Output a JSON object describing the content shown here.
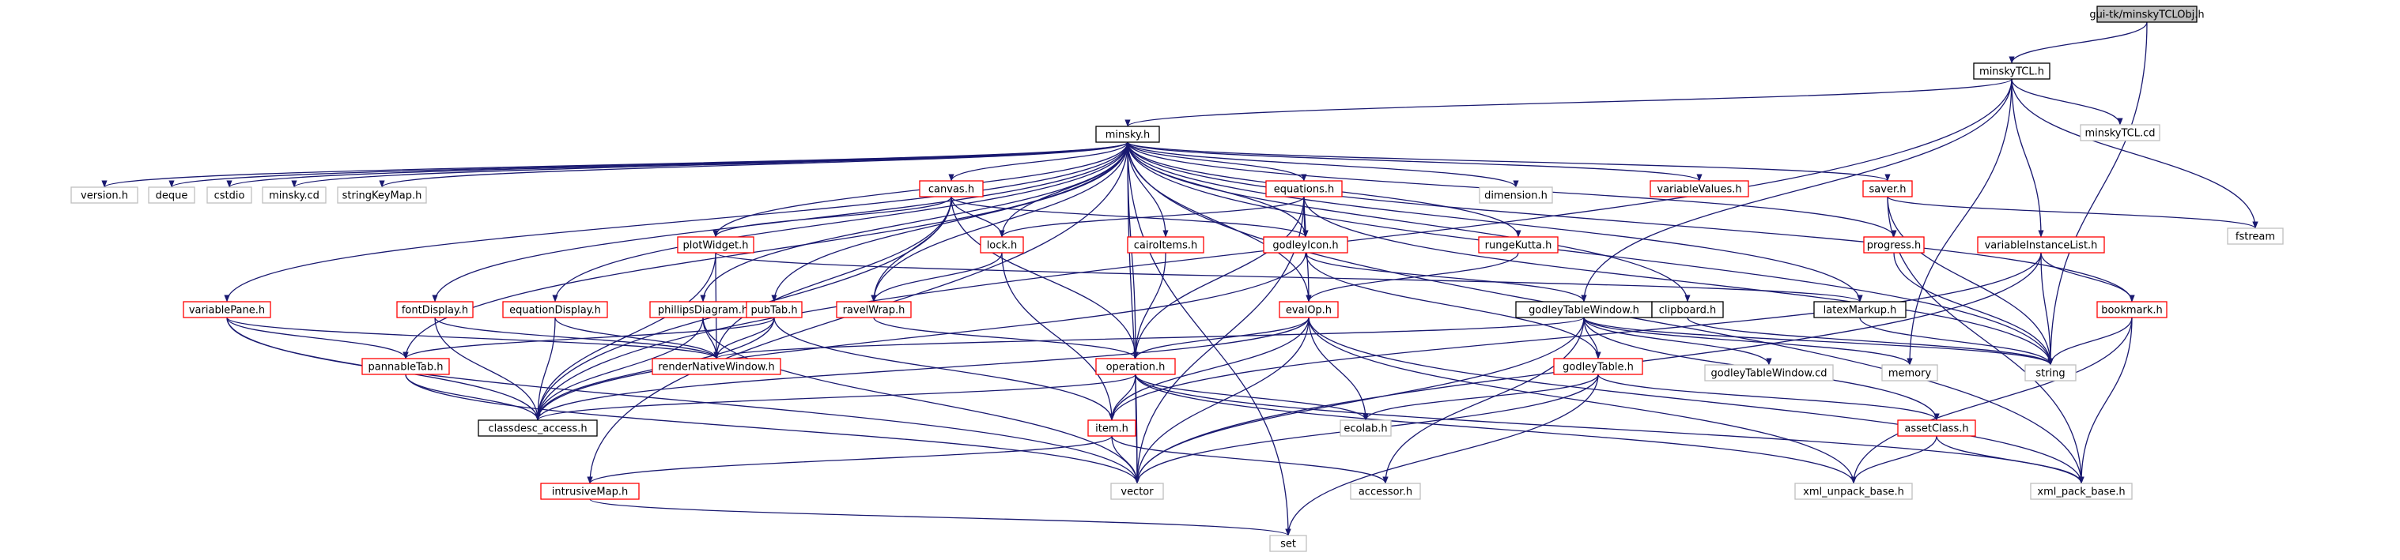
{
  "diagram": {
    "colors": {
      "root_fill": "#bfbfbf",
      "normal_border": "#000000",
      "red_border": "#ff0000",
      "leaf_border": "#bfbfbf",
      "edge": "#191970",
      "text": "#000000"
    },
    "nodes": [
      {
        "id": "root",
        "label": "gui-tk/minskyTCLObj.h",
        "kind": "root"
      },
      {
        "id": "minskyTCL",
        "label": "minskyTCL.h",
        "kind": "normal"
      },
      {
        "id": "minsky",
        "label": "minsky.h",
        "kind": "normal"
      },
      {
        "id": "version",
        "label": "version.h",
        "kind": "leaf"
      },
      {
        "id": "deque",
        "label": "deque",
        "kind": "leaf"
      },
      {
        "id": "cstdio",
        "label": "cstdio",
        "kind": "leaf"
      },
      {
        "id": "minskycd",
        "label": "minsky.cd",
        "kind": "leaf"
      },
      {
        "id": "stringKeyMap",
        "label": "stringKeyMap.h",
        "kind": "leaf"
      },
      {
        "id": "canvas",
        "label": "canvas.h",
        "kind": "red"
      },
      {
        "id": "equations",
        "label": "equations.h",
        "kind": "red"
      },
      {
        "id": "dimension",
        "label": "dimension.h",
        "kind": "leaf"
      },
      {
        "id": "variableValues",
        "label": "variableValues.h",
        "kind": "red"
      },
      {
        "id": "minskyTCLcd",
        "label": "minskyTCL.cd",
        "kind": "leaf"
      },
      {
        "id": "saver",
        "label": "saver.h",
        "kind": "red"
      },
      {
        "id": "fstream",
        "label": "fstream",
        "kind": "leaf"
      },
      {
        "id": "plotWidget",
        "label": "plotWidget.h",
        "kind": "red"
      },
      {
        "id": "lock",
        "label": "lock.h",
        "kind": "red"
      },
      {
        "id": "cairoItems",
        "label": "cairoItems.h",
        "kind": "red"
      },
      {
        "id": "godleyIcon",
        "label": "godleyIcon.h",
        "kind": "red"
      },
      {
        "id": "rungeKutta",
        "label": "rungeKutta.h",
        "kind": "red"
      },
      {
        "id": "progress",
        "label": "progress.h",
        "kind": "red"
      },
      {
        "id": "variableInstanceList",
        "label": "variableInstanceList.h",
        "kind": "red"
      },
      {
        "id": "variablePane",
        "label": "variablePane.h",
        "kind": "red"
      },
      {
        "id": "fontDisplay",
        "label": "fontDisplay.h",
        "kind": "red"
      },
      {
        "id": "equationDisplay",
        "label": "equationDisplay.h",
        "kind": "red"
      },
      {
        "id": "phillipsDiagram",
        "label": "phillipsDiagram.h",
        "kind": "red"
      },
      {
        "id": "pubTab",
        "label": "pubTab.h",
        "kind": "red"
      },
      {
        "id": "ravelWrap",
        "label": "ravelWrap.h",
        "kind": "red"
      },
      {
        "id": "evalOp",
        "label": "evalOp.h",
        "kind": "red"
      },
      {
        "id": "godleyTableWindow",
        "label": "godleyTableWindow.h",
        "kind": "normal"
      },
      {
        "id": "clipboard",
        "label": "clipboard.h",
        "kind": "normal"
      },
      {
        "id": "latexMarkup",
        "label": "latexMarkup.h",
        "kind": "normal"
      },
      {
        "id": "bookmark",
        "label": "bookmark.h",
        "kind": "red"
      },
      {
        "id": "pannableTab",
        "label": "pannableTab.h",
        "kind": "red"
      },
      {
        "id": "renderNativeWindow",
        "label": "renderNativeWindow.h",
        "kind": "red"
      },
      {
        "id": "operation",
        "label": "operation.h",
        "kind": "red"
      },
      {
        "id": "godleyTable",
        "label": "godleyTable.h",
        "kind": "red"
      },
      {
        "id": "godleyTableWindowcd",
        "label": "godleyTableWindow.cd",
        "kind": "leaf"
      },
      {
        "id": "memory",
        "label": "memory",
        "kind": "leaf"
      },
      {
        "id": "string",
        "label": "string",
        "kind": "leaf"
      },
      {
        "id": "classdesc_access",
        "label": "classdesc_access.h",
        "kind": "normal"
      },
      {
        "id": "ecolab",
        "label": "ecolab.h",
        "kind": "leaf"
      },
      {
        "id": "assetClass",
        "label": "assetClass.h",
        "kind": "red"
      },
      {
        "id": "item",
        "label": "item.h",
        "kind": "red"
      },
      {
        "id": "intrusiveMap",
        "label": "intrusiveMap.h",
        "kind": "red"
      },
      {
        "id": "vector",
        "label": "vector",
        "kind": "leaf"
      },
      {
        "id": "accessor",
        "label": "accessor.h",
        "kind": "leaf"
      },
      {
        "id": "xml_unpack_base",
        "label": "xml_unpack_base.h",
        "kind": "leaf"
      },
      {
        "id": "xml_pack_base",
        "label": "xml_pack_base.h",
        "kind": "leaf"
      },
      {
        "id": "set",
        "label": "set",
        "kind": "leaf"
      }
    ],
    "edges": [
      [
        "root",
        "minskyTCL"
      ],
      [
        "root",
        "string"
      ],
      [
        "minskyTCL",
        "minsky"
      ],
      [
        "minskyTCL",
        "classdesc_access"
      ],
      [
        "minskyTCL",
        "godleyTableWindow"
      ],
      [
        "minskyTCL",
        "memory"
      ],
      [
        "minskyTCL",
        "variableInstanceList"
      ],
      [
        "minskyTCL",
        "minskyTCLcd"
      ],
      [
        "minskyTCL",
        "fstream"
      ],
      [
        "minsky",
        "version"
      ],
      [
        "minsky",
        "deque"
      ],
      [
        "minsky",
        "cstdio"
      ],
      [
        "minsky",
        "minskycd"
      ],
      [
        "minsky",
        "stringKeyMap"
      ],
      [
        "minsky",
        "canvas"
      ],
      [
        "minsky",
        "equations"
      ],
      [
        "minsky",
        "dimension"
      ],
      [
        "minsky",
        "variableValues"
      ],
      [
        "minsky",
        "saver"
      ],
      [
        "minsky",
        "set"
      ],
      [
        "minsky",
        "intrusiveMap"
      ],
      [
        "minsky",
        "variablePane"
      ],
      [
        "minsky",
        "fontDisplay"
      ],
      [
        "minsky",
        "equationDisplay"
      ],
      [
        "minsky",
        "phillipsDiagram"
      ],
      [
        "minsky",
        "pubTab"
      ],
      [
        "minsky",
        "plotWidget"
      ],
      [
        "minsky",
        "lock"
      ],
      [
        "minsky",
        "cairoItems"
      ],
      [
        "minsky",
        "godleyIcon"
      ],
      [
        "minsky",
        "ravelWrap"
      ],
      [
        "minsky",
        "rungeKutta"
      ],
      [
        "minsky",
        "evalOp"
      ],
      [
        "minsky",
        "clipboard"
      ],
      [
        "minsky",
        "latexMarkup"
      ],
      [
        "minsky",
        "progress"
      ],
      [
        "minsky",
        "bookmark"
      ],
      [
        "minsky",
        "string"
      ],
      [
        "minsky",
        "operation"
      ],
      [
        "minsky",
        "vector"
      ],
      [
        "minsky",
        "xml_pack_base"
      ],
      [
        "minsky",
        "pannableTab"
      ],
      [
        "canvas",
        "plotWidget"
      ],
      [
        "canvas",
        "lock"
      ],
      [
        "canvas",
        "godleyIcon"
      ],
      [
        "canvas",
        "ravelWrap"
      ],
      [
        "canvas",
        "operation"
      ],
      [
        "canvas",
        "renderNativeWindow"
      ],
      [
        "equations",
        "lock"
      ],
      [
        "equations",
        "godleyIcon"
      ],
      [
        "equations",
        "evalOp"
      ],
      [
        "equations",
        "operation"
      ],
      [
        "equations",
        "vector"
      ],
      [
        "equations",
        "string"
      ],
      [
        "saver",
        "fstream"
      ],
      [
        "saver",
        "string"
      ],
      [
        "saver",
        "xml_pack_base"
      ],
      [
        "plotWidget",
        "classdesc_access"
      ],
      [
        "plotWidget",
        "renderNativeWindow"
      ],
      [
        "plotWidget",
        "latexMarkup"
      ],
      [
        "lock",
        "ravelWrap"
      ],
      [
        "lock",
        "item"
      ],
      [
        "cairoItems",
        "operation"
      ],
      [
        "godleyIcon",
        "godleyTableWindow"
      ],
      [
        "godleyIcon",
        "classdesc_access"
      ],
      [
        "godleyIcon",
        "godleyTable"
      ],
      [
        "rungeKutta",
        "evalOp"
      ],
      [
        "progress",
        "string"
      ],
      [
        "variableInstanceList",
        "bookmark"
      ],
      [
        "variableInstanceList",
        "string"
      ],
      [
        "variableInstanceList",
        "item"
      ],
      [
        "variableInstanceList",
        "vector"
      ],
      [
        "variablePane",
        "pannableTab"
      ],
      [
        "variablePane",
        "classdesc_access"
      ],
      [
        "variablePane",
        "renderNativeWindow"
      ],
      [
        "variablePane",
        "vector"
      ],
      [
        "fontDisplay",
        "renderNativeWindow"
      ],
      [
        "fontDisplay",
        "classdesc_access"
      ],
      [
        "equationDisplay",
        "renderNativeWindow"
      ],
      [
        "equationDisplay",
        "classdesc_access"
      ],
      [
        "phillipsDiagram",
        "renderNativeWindow"
      ],
      [
        "phillipsDiagram",
        "classdesc_access"
      ],
      [
        "phillipsDiagram",
        "vector"
      ],
      [
        "pubTab",
        "pannableTab"
      ],
      [
        "pubTab",
        "renderNativeWindow"
      ],
      [
        "pubTab",
        "item"
      ],
      [
        "ravelWrap",
        "operation"
      ],
      [
        "evalOp",
        "operation"
      ],
      [
        "evalOp",
        "ecolab"
      ],
      [
        "evalOp",
        "vector"
      ],
      [
        "evalOp",
        "xml_unpack_base"
      ],
      [
        "evalOp",
        "xml_pack_base"
      ],
      [
        "evalOp",
        "classdesc_access"
      ],
      [
        "evalOp",
        "item"
      ],
      [
        "godleyTableWindow",
        "godleyTable"
      ],
      [
        "godleyTableWindow",
        "godleyTableWindowcd"
      ],
      [
        "godleyTableWindow",
        "memory"
      ],
      [
        "godleyTableWindow",
        "string"
      ],
      [
        "godleyTableWindow",
        "assetClass"
      ],
      [
        "godleyTableWindow",
        "renderNativeWindow"
      ],
      [
        "godleyTableWindow",
        "vector"
      ],
      [
        "godleyTableWindow",
        "accessor"
      ],
      [
        "clipboard",
        "string"
      ],
      [
        "latexMarkup",
        "string"
      ],
      [
        "bookmark",
        "string"
      ],
      [
        "bookmark",
        "xml_pack_base"
      ],
      [
        "bookmark",
        "xml_unpack_base"
      ],
      [
        "pannableTab",
        "classdesc_access"
      ],
      [
        "pannableTab",
        "vector"
      ],
      [
        "operation",
        "classdesc_access"
      ],
      [
        "operation",
        "item"
      ],
      [
        "operation",
        "ecolab"
      ],
      [
        "operation",
        "vector"
      ],
      [
        "operation",
        "xml_unpack_base"
      ],
      [
        "operation",
        "xml_pack_base"
      ],
      [
        "godleyTable",
        "ecolab"
      ],
      [
        "godleyTable",
        "vector"
      ],
      [
        "godleyTable",
        "set"
      ],
      [
        "godleyTable",
        "assetClass"
      ],
      [
        "assetClass",
        "xml_unpack_base"
      ],
      [
        "assetClass",
        "xml_pack_base"
      ],
      [
        "item",
        "intrusiveMap"
      ],
      [
        "item",
        "vector"
      ],
      [
        "item",
        "accessor"
      ],
      [
        "intrusiveMap",
        "set"
      ],
      [
        "pubTab",
        "classdesc_access"
      ],
      [
        "canvas",
        "classdesc_access"
      ]
    ]
  }
}
